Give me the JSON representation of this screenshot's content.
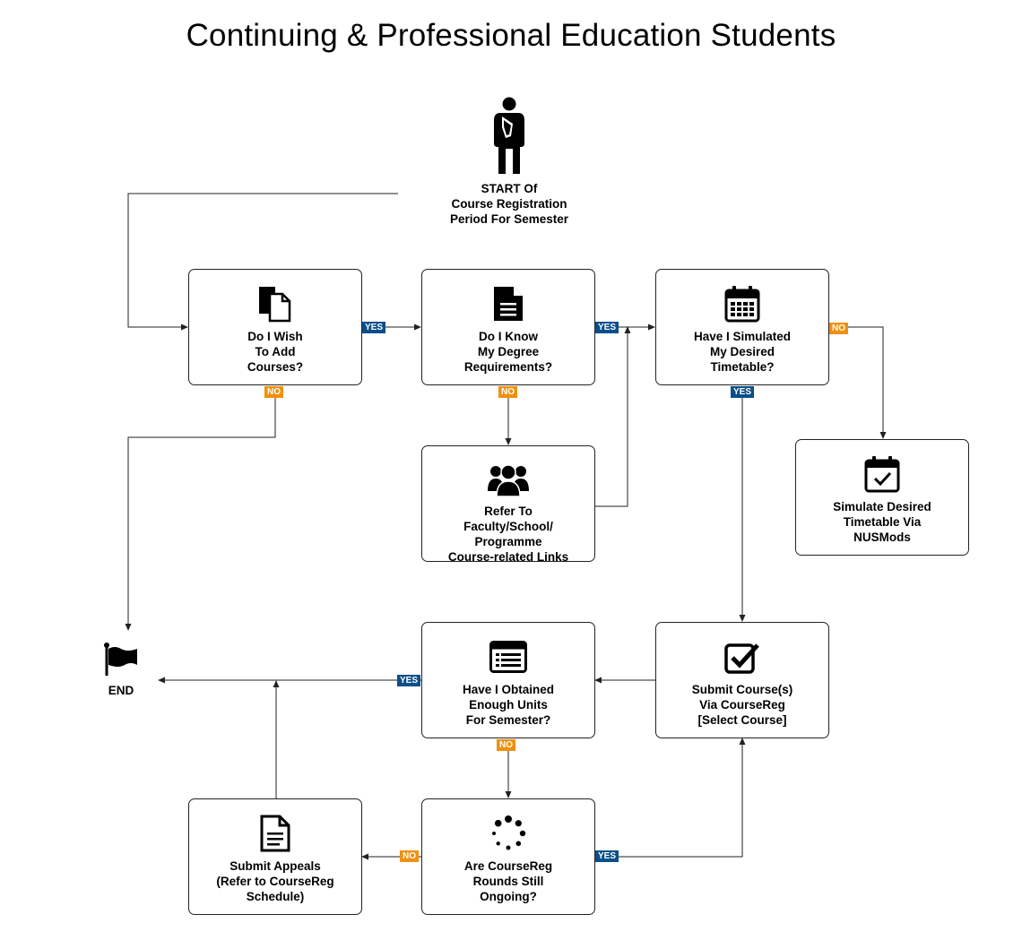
{
  "title": "Continuing & Professional Education Students",
  "start": {
    "label": "START Of\nCourse Registration\nPeriod For Semester",
    "icon": "student-icon"
  },
  "end": {
    "label": "END",
    "icon": "flag-icon"
  },
  "nodes": {
    "add_courses": {
      "label": "Do I Wish\nTo Add\nCourses?",
      "icon": "documents-icon"
    },
    "degree_req": {
      "label": "Do I Know\nMy Degree\nRequirements?",
      "icon": "document-icon"
    },
    "simulated": {
      "label": "Have I Simulated\nMy Desired\nTimetable?",
      "icon": "calendar-icon"
    },
    "refer_links": {
      "label": "Refer To\nFaculty/School/\nProgramme\nCourse-related Links",
      "icon": "group-icon"
    },
    "simulate_nusmods": {
      "label": "Simulate Desired\nTimetable Via\nNUSMods",
      "icon": "calendar-check-icon"
    },
    "enough_units": {
      "label": "Have I Obtained\nEnough Units\nFor Semester?",
      "icon": "list-window-icon"
    },
    "submit_courses": {
      "label": "Submit Course(s)\nVia CourseReg\n[Select Course]",
      "icon": "checkbox-icon"
    },
    "submit_appeals": {
      "label": "Submit Appeals\n(Refer to CourseReg\nSchedule)",
      "icon": "file-text-icon"
    },
    "rounds_ongoing": {
      "label": "Are CourseReg\nRounds Still\nOngoing?",
      "icon": "spinner-icon"
    }
  },
  "edge_labels": {
    "add_yes": "YES",
    "add_no": "NO",
    "degree_yes": "YES",
    "degree_no": "NO",
    "sim_no": "NO",
    "sim_yes": "YES",
    "units_yes": "YES",
    "units_no": "NO",
    "rounds_no": "NO",
    "rounds_yes": "YES"
  },
  "colors": {
    "yes": "#0b4f8a",
    "no": "#f0900e",
    "line": "#222222"
  }
}
